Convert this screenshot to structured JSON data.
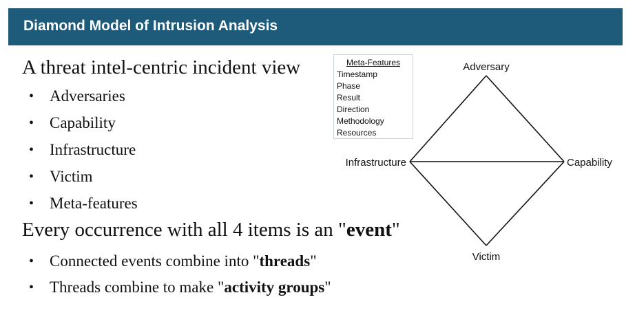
{
  "header": {
    "title": "Diamond Model of Intrusion Analysis"
  },
  "section1": {
    "heading": "A threat intel-centric incident view",
    "bullets": [
      "Adversaries",
      "Capability",
      "Infrastructure",
      "Victim",
      "Meta-features"
    ]
  },
  "section2": {
    "heading_pre": "Every occurrence with all 4 items is an \"",
    "heading_bold": "event",
    "heading_post": "\"",
    "bullets": [
      {
        "pre": "Connected events combine into \"",
        "bold": "threads",
        "post": "\""
      },
      {
        "pre": "Threads combine to make \"",
        "bold": "activity groups",
        "post": "\""
      }
    ]
  },
  "meta_features": {
    "title": "Meta-Features",
    "items": [
      "Timestamp",
      "Phase",
      "Result",
      "Direction",
      "Methodology",
      "Resources"
    ]
  },
  "diagram": {
    "nodes": {
      "adversary": "Adversary",
      "infrastructure": "Infrastructure",
      "capability": "Capability",
      "victim": "Victim"
    },
    "edges": [
      [
        "adversary",
        "capability"
      ],
      [
        "capability",
        "victim"
      ],
      [
        "victim",
        "infrastructure"
      ],
      [
        "infrastructure",
        "adversary"
      ],
      [
        "infrastructure",
        "capability"
      ]
    ]
  },
  "bullet_glyph": "•"
}
